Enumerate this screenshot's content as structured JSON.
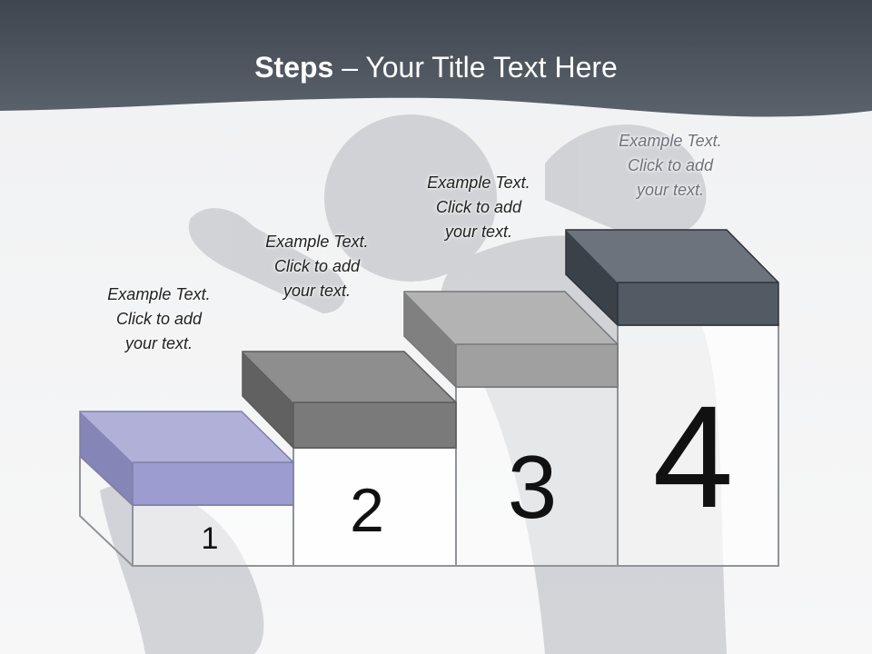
{
  "title": {
    "bold": "Steps",
    "rest": " – Your Title Text Here"
  },
  "steps": [
    {
      "number": "1",
      "lines": [
        "Example Text.",
        "Click  to add",
        "your text."
      ]
    },
    {
      "number": "2",
      "lines": [
        "Example Text.",
        "Click  to add",
        "your text."
      ]
    },
    {
      "number": "3",
      "lines": [
        "Example Text.",
        "Click  to add",
        "your text."
      ]
    },
    {
      "number": "4",
      "lines": [
        "Example Text.",
        "Click  to add",
        "your text."
      ]
    }
  ],
  "colors": {
    "header": "#4b535d",
    "step1": "#9b9bd1",
    "step2": "#7b7b7b",
    "step3": "#a1a1a1",
    "step4": "#525a64",
    "silhouette": "#c5c7cb"
  }
}
